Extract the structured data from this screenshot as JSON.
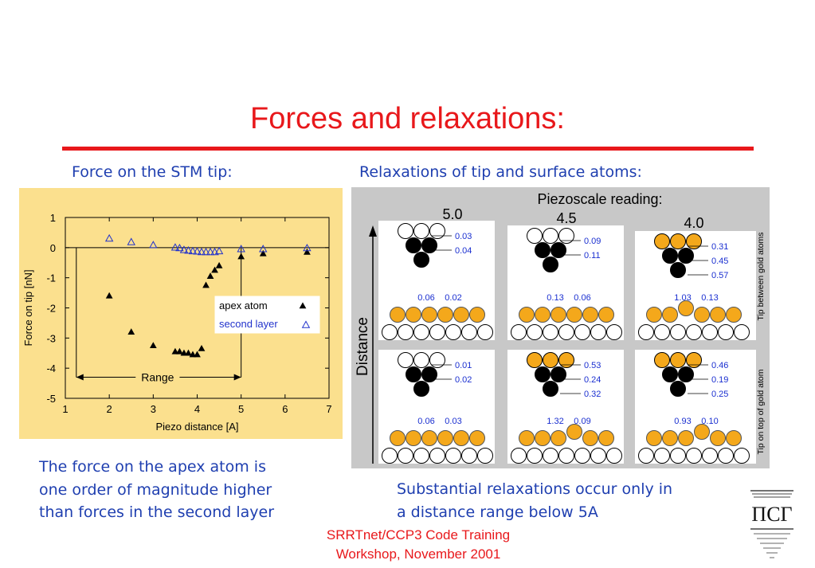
{
  "slide": {
    "title": "Forces and relaxations:",
    "left_caption": "Force on the STM tip:",
    "right_caption": "Relaxations of tip and surface atoms:",
    "left_text": [
      "The force on the apex atom is",
      "one order of magnitude higher",
      "than forces in the second layer"
    ],
    "right_text": [
      "Substantial relaxations occur only in",
      "a distance range below 5A"
    ],
    "footer": [
      "SRRTnet/CCP3 Code Training",
      "Workshop, November 2001"
    ],
    "logo_text": "ΠCΓ"
  },
  "colors": {
    "title": "#e8181b",
    "text": "#1f3fb0",
    "plot_bg": "#fbe08e",
    "diagram_bg": "#c8c8c8",
    "gold_atom": "#f4a81b"
  },
  "chart_data": {
    "type": "scatter",
    "xlabel": "Piezo distance [A]",
    "ylabel": "Force on tip [nN]",
    "xlim": [
      1,
      7
    ],
    "ylim": [
      -5,
      1
    ],
    "xticks": [
      "1",
      "2",
      "3",
      "4",
      "5",
      "6",
      "7"
    ],
    "yticks": [
      "1",
      "0",
      "-1",
      "-2",
      "-3",
      "-4",
      "-5"
    ],
    "range_label": "Range",
    "series": [
      {
        "name": "apex atom",
        "marker": "filled-triangle",
        "x": [
          2.0,
          2.5,
          3.0,
          3.5,
          3.6,
          3.7,
          3.8,
          3.9,
          4.0,
          4.1,
          4.2,
          4.3,
          4.4,
          4.5,
          5.0,
          5.5,
          6.5
        ],
        "y": [
          -1.6,
          -2.8,
          -3.25,
          -3.45,
          -3.45,
          -3.5,
          -3.5,
          -3.55,
          -3.55,
          -3.35,
          -1.25,
          -0.95,
          -0.75,
          -0.6,
          -0.3,
          -0.2,
          -0.15
        ]
      },
      {
        "name": "second layer",
        "marker": "open-triangle",
        "x": [
          2.0,
          2.5,
          3.0,
          3.5,
          3.6,
          3.7,
          3.8,
          3.9,
          4.0,
          4.1,
          4.2,
          4.3,
          4.4,
          4.5,
          5.0,
          5.5,
          6.5
        ],
        "y": [
          0.3,
          0.18,
          0.08,
          0.0,
          -0.02,
          -0.08,
          -0.1,
          -0.12,
          -0.13,
          -0.15,
          -0.15,
          -0.15,
          -0.15,
          -0.12,
          -0.05,
          -0.05,
          -0.02
        ]
      }
    ]
  },
  "relaxation_diagram": {
    "header": "Piezoscale reading:",
    "axis_label": "Distance",
    "columns": [
      "5.0",
      "4.5",
      "4.0"
    ],
    "rows": [
      "Tip between gold atoms",
      "Tip on top of gold atom"
    ],
    "panels": [
      {
        "tip": [
          "0.03",
          "0.04"
        ],
        "surface": [
          "0.06",
          "0.02"
        ]
      },
      {
        "tip": [
          "0.09",
          "0.11"
        ],
        "surface": [
          "0.13",
          "0.06"
        ]
      },
      {
        "tip": [
          "0.31",
          "0.45",
          "0.57"
        ],
        "surface": [
          "1.03",
          "0.13"
        ]
      },
      {
        "tip": [
          "0.01",
          "0.02"
        ],
        "surface": [
          "0.06",
          "0.03"
        ]
      },
      {
        "tip": [
          "0.53",
          "0.24",
          "0.32"
        ],
        "surface": [
          "1.32",
          "0.09"
        ]
      },
      {
        "tip": [
          "0.46",
          "0.19",
          "0.25"
        ],
        "surface": [
          "0.93",
          "0.10"
        ]
      }
    ]
  }
}
